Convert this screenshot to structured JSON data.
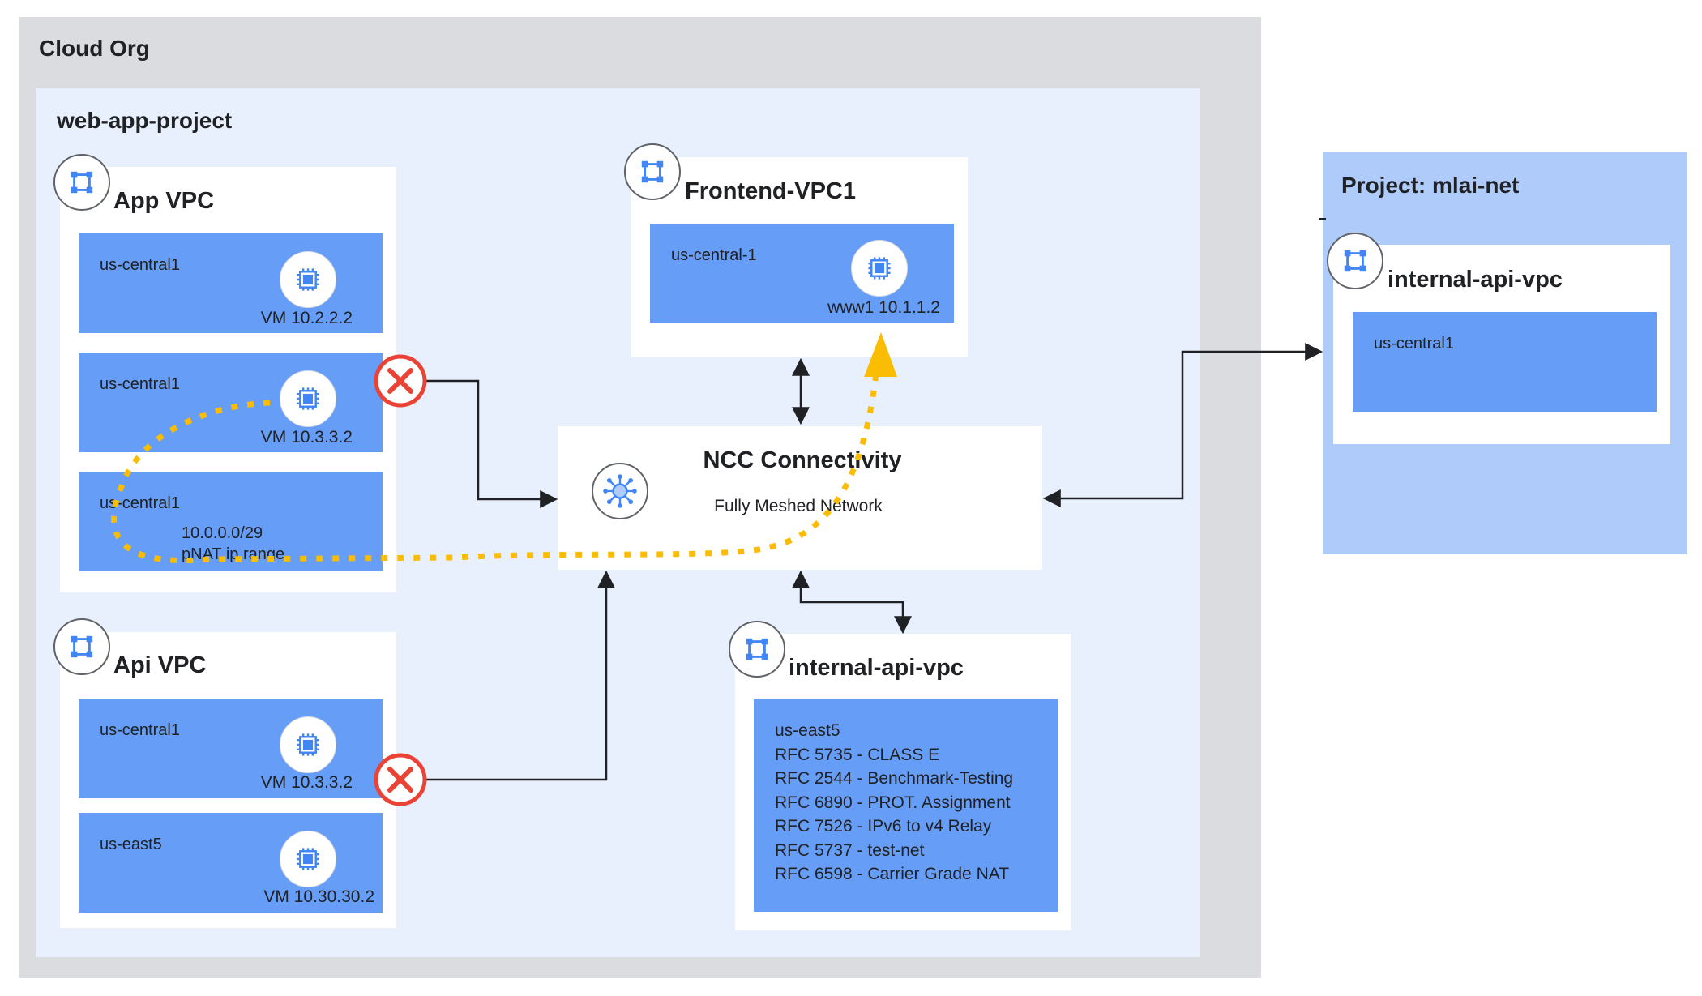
{
  "org": {
    "title": "Cloud Org"
  },
  "project": {
    "title": "web-app-project"
  },
  "app_vpc": {
    "title": "App VPC",
    "subnets": [
      {
        "region": "us-central1",
        "vm": "VM 10.2.2.2"
      },
      {
        "region": "us-central1",
        "vm": "VM 10.3.3.2"
      },
      {
        "region": "us-central1",
        "range": "10.0.0.0/29",
        "range_label": "pNAT ip range"
      }
    ]
  },
  "api_vpc": {
    "title": "Api VPC",
    "subnets": [
      {
        "region": "us-central1",
        "vm": "VM 10.3.3.2"
      },
      {
        "region": "us-east5",
        "vm": "VM 10.30.30.2"
      }
    ]
  },
  "frontend_vpc": {
    "title": "Frontend-VPC1",
    "subnet": {
      "region": "us-central-1",
      "vm": "www1 10.1.1.2"
    }
  },
  "ncc": {
    "title": "NCC Connectivity",
    "subtitle": "Fully Meshed Network"
  },
  "internal_vpc": {
    "title": "internal-api-vpc",
    "lines": [
      "us-east5",
      "RFC 5735 - CLASS E",
      "RFC 2544 - Benchmark-Testing",
      "RFC 6890 - PROT. Assignment",
      "RFC 7526 - IPv6 to v4 Relay",
      "RFC 5737 - test-net",
      "RFC 6598 - Carrier Grade NAT"
    ]
  },
  "mlai_project": {
    "title": "Project: mlai-net",
    "vpc": {
      "title": "internal-api-vpc",
      "region": "us-central1"
    }
  },
  "colors": {
    "org_bg": "#dadce0",
    "project_bg": "#e8f0fe",
    "subnet_bg": "#669df6",
    "external_project_bg": "#aecbfa",
    "blocked": "#ea4335",
    "traffic_path": "#fbbc04",
    "arrow": "#202124"
  },
  "icons": [
    "vpc-icon",
    "vm-chip-icon",
    "ncc-hub-icon",
    "blocked-x-icon"
  ]
}
